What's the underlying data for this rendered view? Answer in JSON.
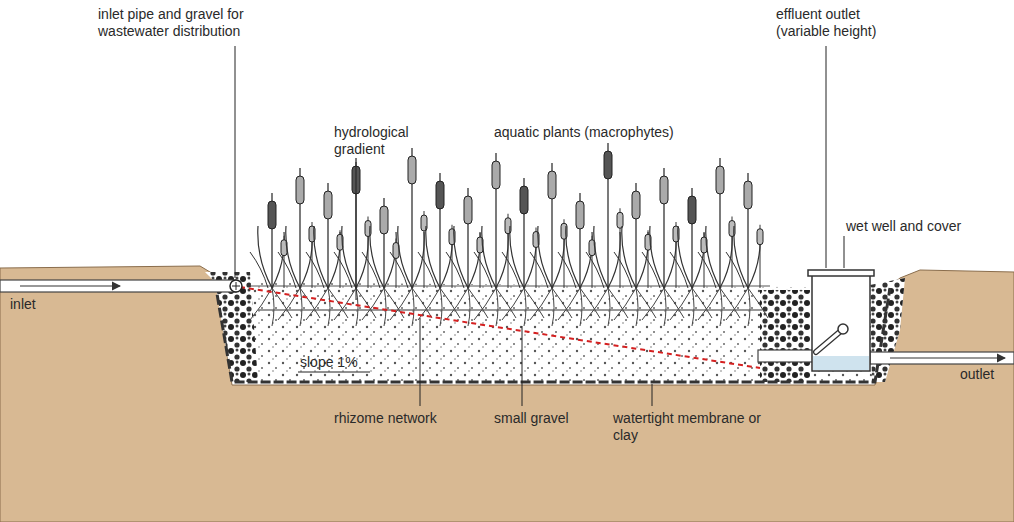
{
  "diagram": {
    "labels": [
      "inlet pipe and gravel for wastewater distribution",
      "effluent outlet (variable height)",
      "hydrological gradient",
      "aquatic plants (macrophytes)",
      "wet well and cover",
      "inlet",
      "outlet",
      "slope 1%",
      "rhizome network",
      "small gravel",
      "watertight membrane or clay"
    ]
  }
}
